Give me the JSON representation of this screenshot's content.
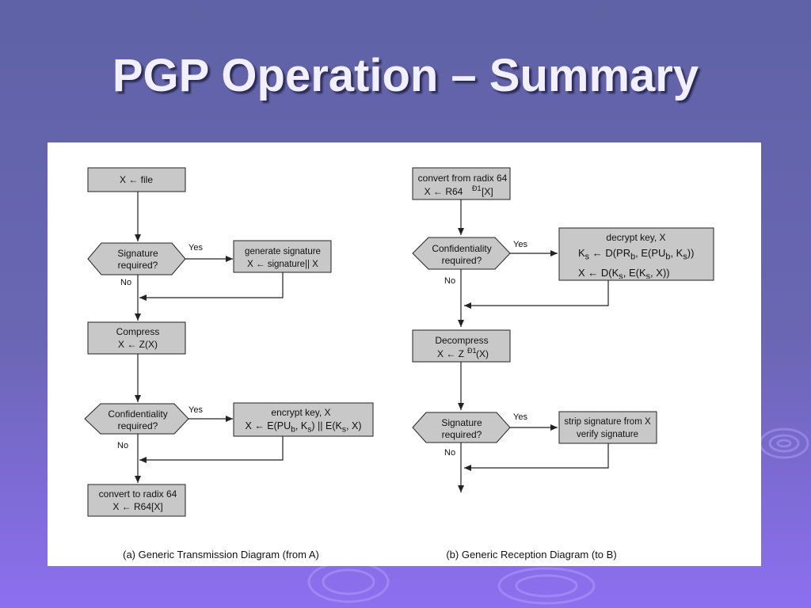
{
  "title": "PGP Operation – Summary",
  "transmission": {
    "caption": "(a) Generic Transmission Diagram (from A)",
    "file_box": "X ← file",
    "sig_decision": [
      "Signature",
      "required?"
    ],
    "sig_yes": "Yes",
    "sig_no": "No",
    "gen_sig": [
      "generate signature",
      "X ← signature|| X"
    ],
    "compress": [
      "Compress",
      "X ← Z(X)"
    ],
    "conf_decision": [
      "Confidentiality",
      "required?"
    ],
    "conf_yes": "Yes",
    "conf_no": "No",
    "encrypt_title": "encrypt key, X",
    "encrypt_formula": "X ← E(PU<sub>b</sub>, K<sub>s</sub>) || E(K<sub>s</sub>, X)",
    "radix": [
      "convert to radix 64",
      "X ← R64[X]"
    ]
  },
  "reception": {
    "caption": "(b) Generic Reception Diagram (to B)",
    "from_radix": [
      "convert from radix 64",
      "X ← R64",
      "Ð1",
      "[X]"
    ],
    "conf_decision": [
      "Confidentiality",
      "required?"
    ],
    "conf_yes": "Yes",
    "conf_no": "No",
    "decrypt_title": "decrypt key, X",
    "decrypt_line1": "K<sub>s</sub> ← D(PR<sub>b</sub>, E(PU<sub>b</sub>, K<sub>s</sub>))",
    "decrypt_line2": "X ← D(K<sub>s</sub>, E(K<sub>s</sub>, X))",
    "decompress": [
      "Decompress",
      "X ← Z",
      "Ð1",
      "(X)"
    ],
    "sig_decision": [
      "Signature",
      "required?"
    ],
    "sig_yes": "Yes",
    "sig_no": "No",
    "strip": [
      "strip signature from X",
      "verify signature"
    ]
  }
}
